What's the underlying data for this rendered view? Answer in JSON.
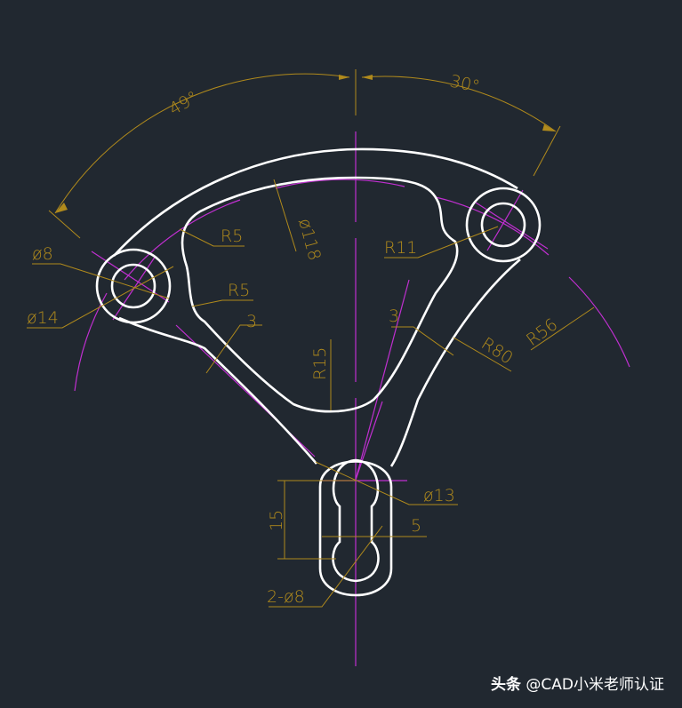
{
  "drawing": {
    "background": "#212830",
    "colors": {
      "geometry": "#ffffff",
      "centerline": "#c02fd0",
      "dimension": "#b08a1c"
    },
    "dimensions": {
      "angle_left": "49°",
      "angle_right": "30°",
      "dia_8": "ø8",
      "dia_14": "ø14",
      "r5_top": "R5",
      "r5_bottom": "R5",
      "dia_118": "ø118",
      "r11": "R11",
      "r56": "R56",
      "r80": "R80",
      "three_left": "3",
      "three_right": "3",
      "r15": "R15",
      "dia_13": "ø13",
      "fifteen": "15",
      "five": "5",
      "two_dia_8": "2-ø8"
    }
  },
  "watermark": {
    "brand": "头条",
    "text": "@CAD小米老师认证"
  }
}
